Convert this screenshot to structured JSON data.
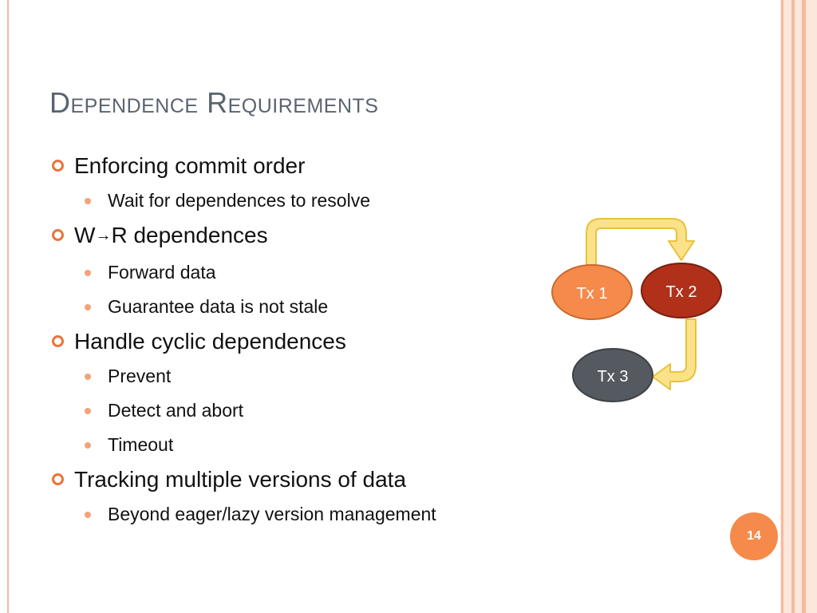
{
  "slide": {
    "title": "Dependence Requirements",
    "page_number": "14",
    "bullets": [
      {
        "text": "Enforcing commit order",
        "sub": [
          "Wait for dependences to resolve"
        ]
      },
      {
        "text_before": "W",
        "arrow": "→",
        "text_after": "R dependences",
        "sub": [
          "Forward data",
          "Guarantee data is not stale"
        ]
      },
      {
        "text": "Handle cyclic dependences",
        "sub": [
          "Prevent",
          "Detect and abort",
          "Timeout"
        ]
      },
      {
        "text": "Tracking multiple versions of data",
        "sub": [
          "Beyond eager/lazy version management"
        ]
      }
    ]
  },
  "diagram": {
    "nodes": [
      {
        "label": "Tx 1",
        "fill": "#f58a4a"
      },
      {
        "label": "Tx 2",
        "fill": "#b0301a"
      },
      {
        "label": "Tx 3",
        "fill": "#555a60"
      }
    ],
    "arrow_fill": "#fbe28a",
    "arrow_stroke": "#e9c23a"
  },
  "colors": {
    "accent": "#e9743a",
    "sub_bullet": "#f4a27a",
    "title": "#5a6470"
  }
}
